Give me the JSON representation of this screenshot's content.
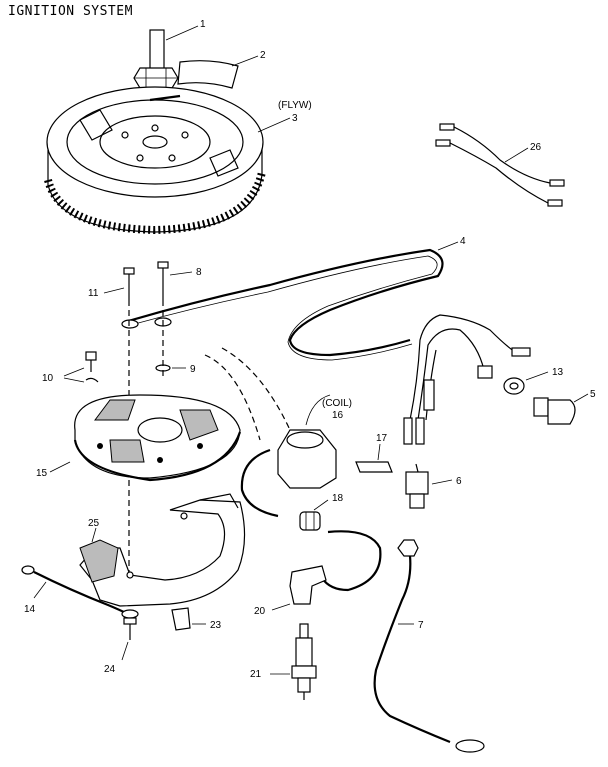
{
  "title": "IGNITION SYSTEM",
  "callouts": {
    "flywheel_label": "(FLYW)",
    "coil_label": "(COIL)",
    "n1": "1",
    "n2": "2",
    "n3": "3",
    "n4": "4",
    "n5": "5",
    "n6": "6",
    "n7": "7",
    "n8": "8",
    "n9": "9",
    "n10": "10",
    "n11": "11",
    "n13": "13",
    "n14": "14",
    "n15": "15",
    "n16": "16",
    "n17": "17",
    "n18": "18",
    "n20": "20",
    "n21": "21",
    "n23": "23",
    "n24": "24",
    "n25": "25",
    "n26": "26"
  }
}
